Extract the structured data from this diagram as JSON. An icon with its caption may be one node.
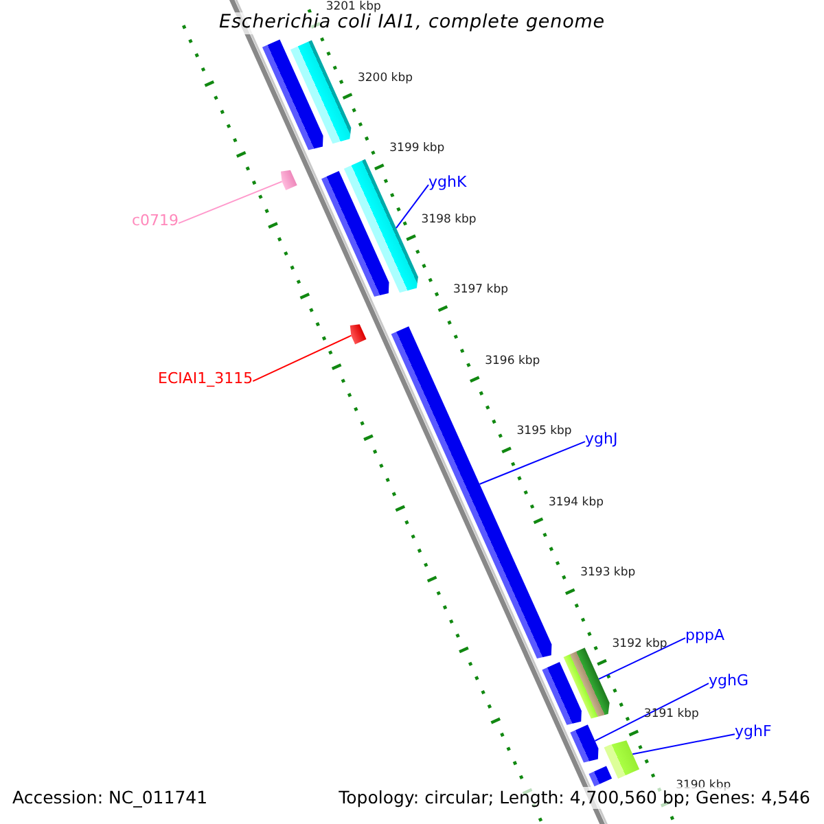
{
  "diagram": {
    "title": "Escherichia coli IAI1, complete genome",
    "nodes": [
      {
        "text": [
          "yghK"
        ]
      },
      {
        "text": [
          "c0719"
        ]
      },
      {
        "text": [
          "ECIAI1_3115"
        ]
      },
      {
        "text": [
          "yghJ"
        ]
      },
      {
        "text": [
          "pppA"
        ]
      },
      {
        "text": [
          "yghG"
        ]
      },
      {
        "text": [
          "yghF"
        ]
      },
      {
        "text": [],
        "shape": "bar"
      },
      {
        "text": [],
        "shape": "bar"
      },
      {
        "text": [],
        "shape": "bar"
      },
      {
        "text": [],
        "shape": "bar"
      },
      {
        "text": [],
        "shape": "bar"
      },
      {
        "text": [],
        "shape": "bar"
      },
      {
        "text": [],
        "shape": "bar"
      },
      {
        "text": [],
        "shape": "bar"
      },
      {
        "text": [],
        "shape": "bar"
      },
      {
        "text": [],
        "shape": "bar"
      },
      {
        "text": [],
        "shape": "bar"
      },
      {
        "text": [],
        "shape": "box"
      }
    ],
    "edges": [
      {
        "from": 0,
        "to": 7,
        "arrow": "none"
      },
      {
        "from": 1,
        "to": 8,
        "arrow": "none",
        "color": "#ff99cc"
      },
      {
        "from": 2,
        "to": 9,
        "arrow": "none",
        "color": "#ff0000"
      },
      {
        "from": 3,
        "to": 10,
        "arrow": "none"
      },
      {
        "from": 4,
        "to": 11,
        "arrow": "none"
      },
      {
        "from": 5,
        "to": 12,
        "arrow": "none"
      },
      {
        "from": 6,
        "to": 13,
        "arrow": "none"
      }
    ],
    "labels": [
      "3201 kbp",
      "3200 kbp",
      "3199 kbp",
      "3198 kbp",
      "3197 kbp",
      "3196 kbp",
      "3195 kbp",
      "3194 kbp",
      "3193 kbp",
      "3192 kbp",
      "3191 kbp",
      "3190 kbp",
      "Accession: NC_011741",
      "Topology: circular; Length: 4,700,560 bp; Genes: 4,546"
    ]
  }
}
